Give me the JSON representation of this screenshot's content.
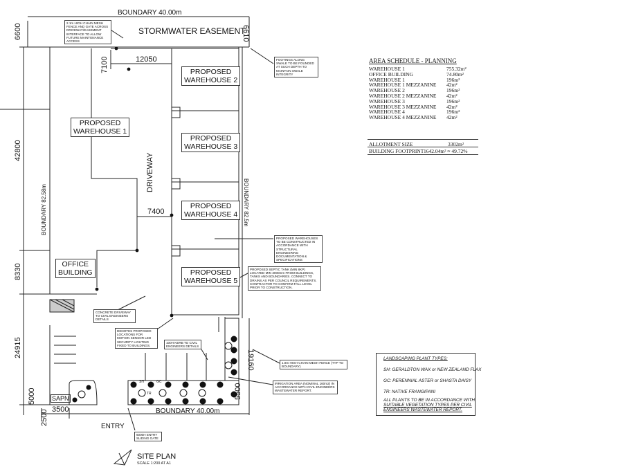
{
  "boundaries": {
    "top": "BOUNDARY 40.00m",
    "bottom": "BOUNDARY 40.00m",
    "left": "BOUNDARY 82.58m",
    "right": "BOUNDARY 82.5m"
  },
  "easement": "STORMWATER EASEMENT",
  "dimensions": {
    "d6600": "6600",
    "d6610": "6610",
    "d12050": "12050",
    "d7100": "7100",
    "d42800": "42800",
    "d7400": "7400",
    "d8330": "8330",
    "d24915": "24915",
    "d19160": "19160",
    "d5000": "5000",
    "d5500": "5500",
    "d3500": "3500",
    "d2500": "2500"
  },
  "rooms": {
    "wh1": "PROPOSED\nWAREHOUSE 1",
    "wh2": "PROPOSED\nWAREHOUSE 2",
    "wh3": "PROPOSED\nWAREHOUSE 3",
    "wh4": "PROPOSED\nWAREHOUSE 4",
    "wh5": "PROPOSED\nWAREHOUSE 5",
    "office": "OFFICE\nBUILDING",
    "driveway": "DRIVEWAY",
    "sapn": "SAPN",
    "entry": "ENTRY"
  },
  "notes": {
    "fence_gate": "2.1m HIGH CHAIN MESH FENCE AND GATE ACROSS DRIVEWAY/EASEMENT INTERFACE TO ALLOW FUTURE MAINTENANCE ACCESS",
    "footings": "FOOTINGS ALONG SWALE TO BE FOUNDED AT SUCH DEPTH TO MAINTAIN SWALE INTEGRITY",
    "structural": "PROPOSED WAREHOUSES TO BE CONSTRUCTED IN ACCORDANCE WITH STRUCTURAL ENGINEERING DOCUMENTATION & SPECIFICATIONS",
    "septic": "PROPOSED SEPTIC TANK (MIN 8KP) LOCATED MIN 3000mm FROM BUILDINGS, TANKS AND BOUNDARIES. CONNECT TO DRAINS AS PER COUNCIL REQUIREMENTS. CONTRACTOR TO CONFIRM FALL LEVEL PRIOR TO CONSTRUCTION.",
    "concrete": "CONCRETE DRIVEWAY TO CIVIL ENGINEERS DETAILS",
    "lighting": "DENOTES PROPOSED LOCATIONS FOR MOTION SENSOR LED SECURITY LIGHTING FIXED TO BUILDINGS.",
    "kerb": "100H KERB TO CIVIL ENGINEERS DETAILS",
    "mesh_fence": "1.8m HIGH CHAIN MESH FENCE (TYP TO BOUNDARY)",
    "irrigation": "IRRIGATION AREA (NOMINAL 160m2) IN ACCORDANCE WITH CIVIL ENGINEERS WASTEWATER REPORT.",
    "gate": "6000H ENTRY SLIDING GATE"
  },
  "schedule": {
    "title": "AREA SCHEDULE - PLANNING",
    "rows": [
      {
        "label": "WAREHOUSE 1",
        "value": "755.32m²"
      },
      {
        "label": "OFFICE BUILDING",
        "value": "74.80m²"
      },
      {
        "label": "WAREHOUSE 1",
        "value": "196m²"
      },
      {
        "label": "WAREHOUSE 1 MEZZANINE",
        "value": "42m²"
      },
      {
        "label": "WAREHOUSE 2",
        "value": "196m²"
      },
      {
        "label": "WAREHOUSE 2 MEZZANINE",
        "value": "42m²"
      },
      {
        "label": "WAREHOUSE 3",
        "value": "196m²"
      },
      {
        "label": "WAREHOUSE 3 MEZZANINE",
        "value": "42m²"
      },
      {
        "label": "WAREHOUSE 4",
        "value": "196m²"
      },
      {
        "label": "WAREHOUSE 4 MEZZANINE",
        "value": "42m²"
      }
    ],
    "allotment_label": "ALLOTMENT SIZE",
    "allotment_value": "3302m²",
    "footprint_label": "BUILDING FOOTPRINT",
    "footprint_value": "1642.04m² ≈ 49.72%"
  },
  "legend": {
    "title": "LANDSCAPING PLANT TYPES:",
    "sh": "SH: GERALDTON WAX or NEW ZEALAND FLAX",
    "gc": "GC: PERENNIAL ASTER or SHASTA DAISY",
    "tr": "TR: NATIVE FRANGIPANI",
    "note1": "ALL PLANTS TO BE IN ACCORDANCE WITH",
    "note2": "SUITABLE VEGETATION TYPES PER CIVIL",
    "note3": "ENGINEERS WASTEWATER REPORT."
  },
  "plant_codes": {
    "sh": "SH",
    "gc": "GC",
    "tr": "TR"
  },
  "title_block": {
    "title": "SITE PLAN",
    "scale": "SCALE 1:200 AT A1"
  }
}
